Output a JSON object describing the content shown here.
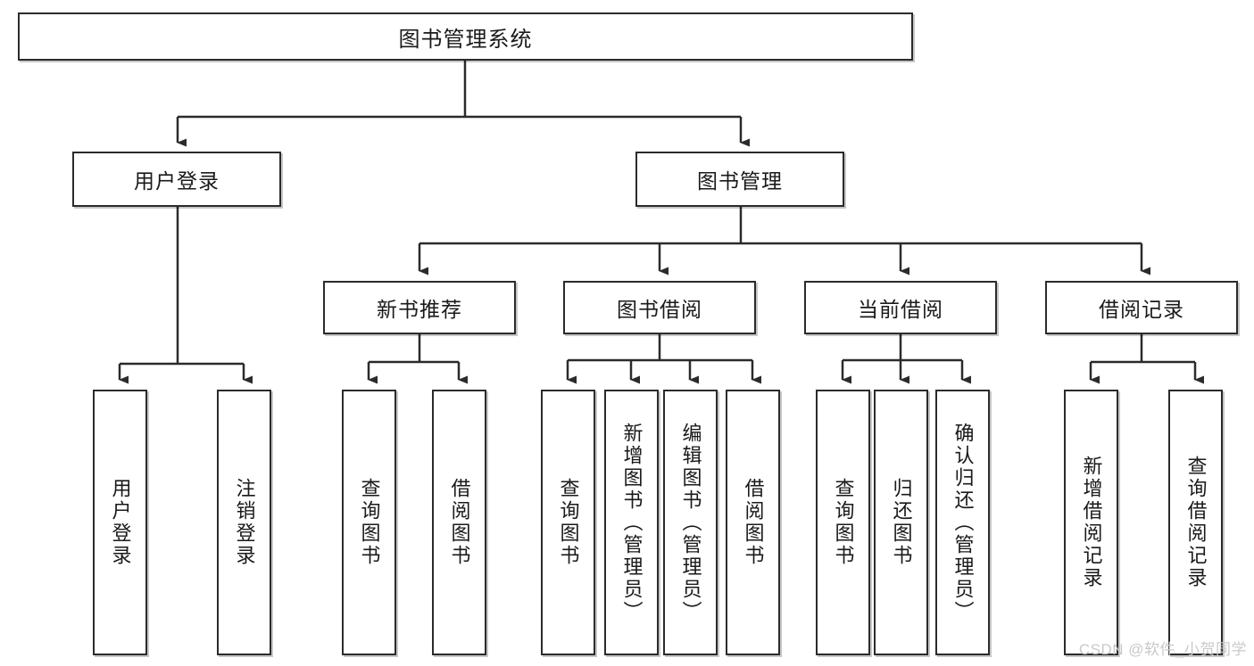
{
  "diagram": {
    "title": "图书管理系统",
    "type": "tree-hierarchy-chart",
    "watermark": "CSDN @软件_小贺同学",
    "root": {
      "label": "图书管理系统"
    },
    "level2": [
      {
        "label": "用户登录"
      },
      {
        "label": "图书管理"
      }
    ],
    "level3": [
      {
        "label": "新书推荐"
      },
      {
        "label": "图书借阅"
      },
      {
        "label": "当前借阅"
      },
      {
        "label": "借阅记录"
      }
    ],
    "leaves": {
      "user_login": [
        {
          "label": "用户登录"
        },
        {
          "label": "注销登录"
        }
      ],
      "new_book": [
        {
          "label": "查询图书"
        },
        {
          "label": "借阅图书"
        }
      ],
      "book_borrow": [
        {
          "label": "查询图书"
        },
        {
          "label": "新增图书（管理员）"
        },
        {
          "label": "编辑图书（管理员）"
        },
        {
          "label": "借阅图书"
        }
      ],
      "current_borrow": [
        {
          "label": "查询图书"
        },
        {
          "label": "归还图书"
        },
        {
          "label": "确认归还（管理员）"
        }
      ],
      "borrow_record": [
        {
          "label": "新增借阅记录"
        },
        {
          "label": "查询借阅记录"
        }
      ]
    },
    "colors": {
      "stroke": "#2b2b2b",
      "fill": "#ffffff",
      "text": "#1a1a1a",
      "watermark": "#c9c9c9"
    }
  }
}
